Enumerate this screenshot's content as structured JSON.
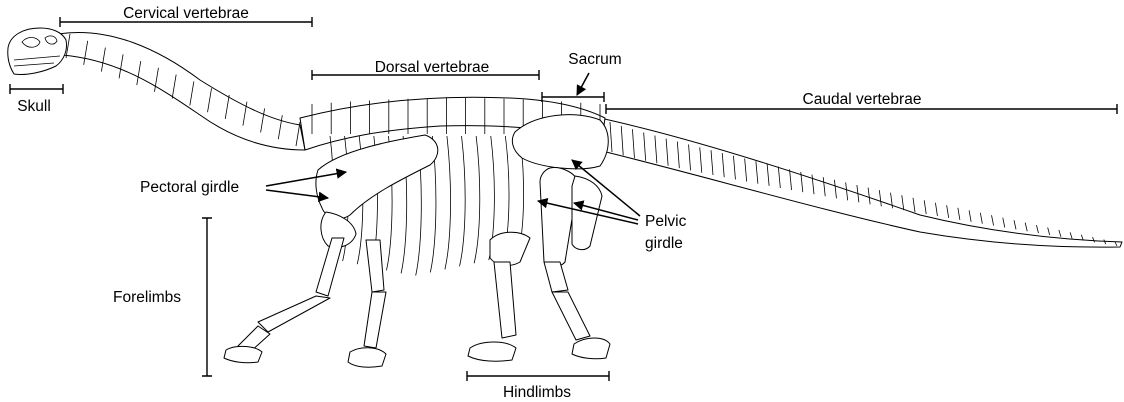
{
  "labels": {
    "cervical": "Cervical vertebrae",
    "skull": "Skull",
    "dorsal": "Dorsal vertebrae",
    "sacrum": "Sacrum",
    "caudal": "Caudal vertebrae",
    "pectoral": "Pectoral girdle",
    "pelvic_line1": "Pelvic",
    "pelvic_line2": "girdle",
    "forelimbs": "Forelimbs",
    "hindlimbs": "Hindlimbs"
  }
}
